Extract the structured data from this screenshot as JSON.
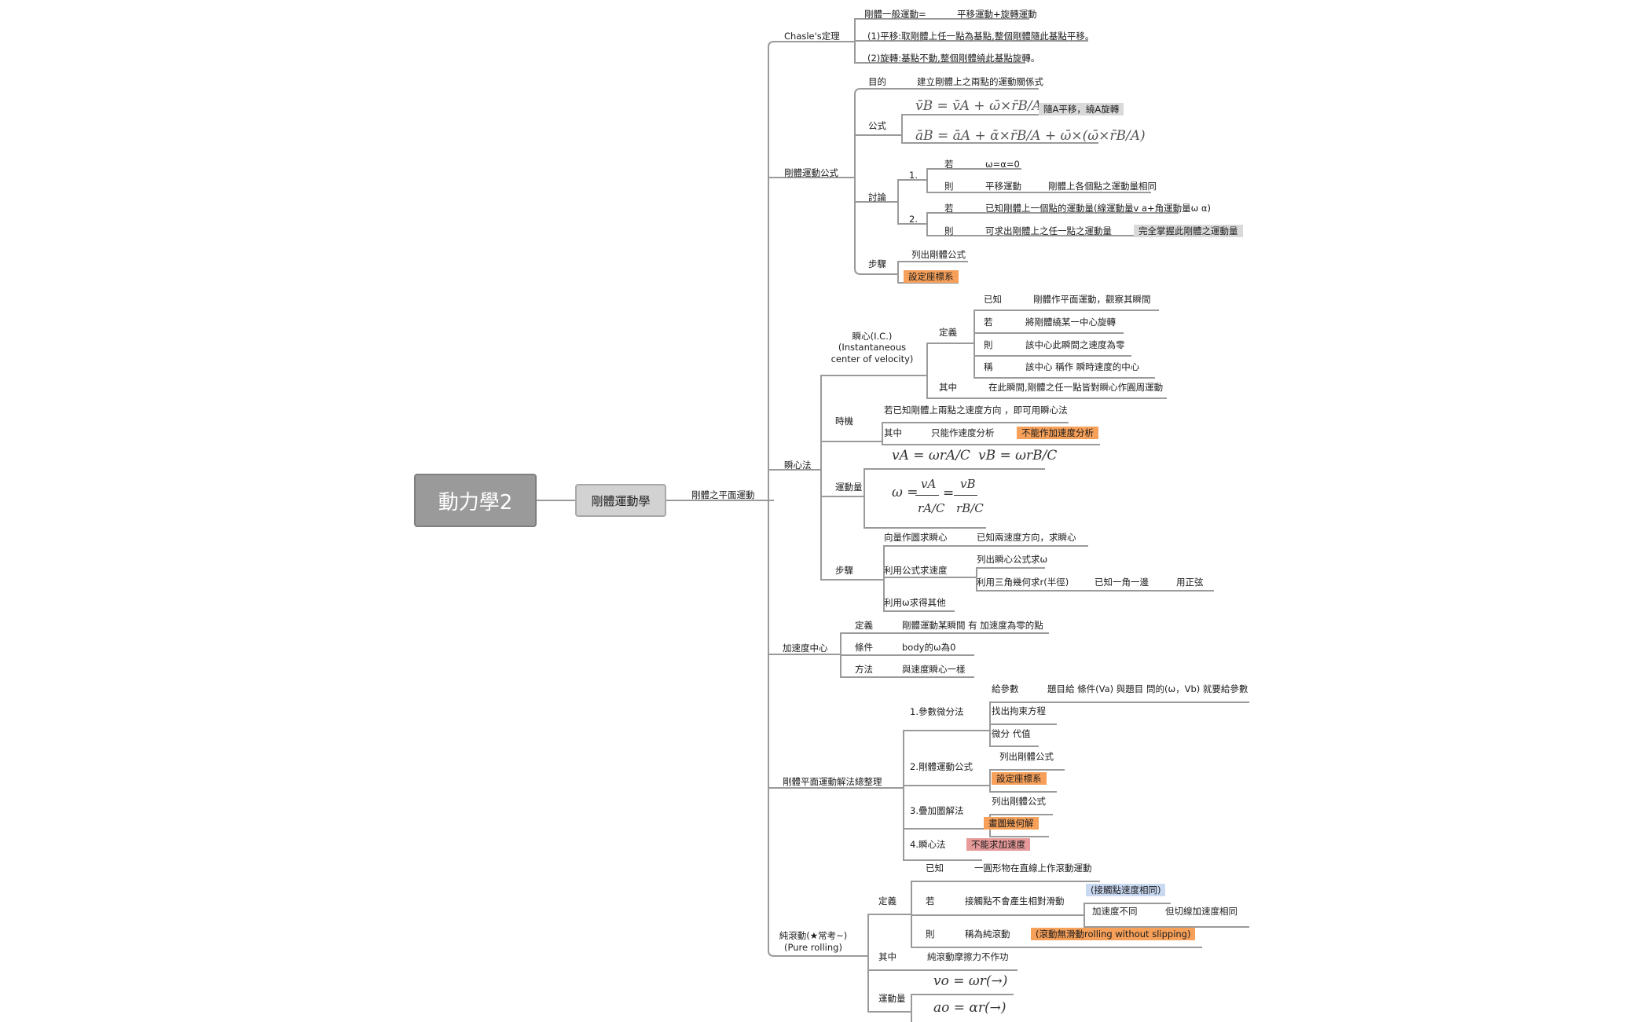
{
  "root": "動力學2",
  "main": "剛體運動學",
  "l1": "剛體之平面運動",
  "chasles": {
    "label": "Chasle's定理",
    "r1a": "剛體一般運動=",
    "r1b": "平移運動+旋轉運動",
    "r2": "(1)平移:取剛體上任一點為基點,整個剛體隨此基點平移。",
    "r3": "(2)旋轉:基點不動,整個剛體繞此基點旋轉。"
  },
  "formula": {
    "label": "剛體運動公式",
    "purpose_label": "目的",
    "purpose": "建立剛體上之兩點的運動關係式",
    "formula_label": "公式",
    "eq_v": "v̄B = v̄A + ω̄×r̄B/A",
    "eq_v_note": "隨A平移，繞A旋轉",
    "eq_a": "āB = āA + ᾱ×r̄B/A + ω̄×(ω̄×r̄B/A)",
    "disc_label": "討論",
    "d1": "1.",
    "d1_if": "若",
    "d1_if_val": "ω=α=0",
    "d1_then": "則",
    "d1_then_a": "平移運動",
    "d1_then_b": "剛體上各個點之運動量相同",
    "d2": "2.",
    "d2_if": "若",
    "d2_if_val": "已知剛體上一個點的運動量(線運動量v a+角運動量ω α)",
    "d2_then": "則",
    "d2_then_a": "可求出剛體上之任一點之運動量",
    "d2_then_b": "完全掌握此剛體之運動量",
    "steps_label": "步驟",
    "s1": "列出剛體公式",
    "s2": "設定座標系"
  },
  "ic": {
    "label": "瞬心法",
    "node_l1": "瞬心(I.C.)",
    "node_l2": "(Instantaneous",
    "node_l3": "center of velocity)",
    "def_label": "定義",
    "k1": "已知",
    "v1": "剛體作平面運動，觀察其瞬間",
    "k2": "若",
    "v2": "將剛體繞某一中心旋轉",
    "k3": "則",
    "v3": "該中心此瞬間之速度為零",
    "k4": "稱",
    "v4": "該中心 稱作 瞬時速度的中心",
    "among_label": "其中",
    "among": "在此瞬間,剛體之任一點皆對瞬心作圓周運動",
    "timing_label": "時機",
    "timing": "若已知剛體上兩點之速度方向 ，即可用瞬心法",
    "t_among": "其中",
    "t_among_val": "只能作速度分析",
    "t_among_hl": "不能作加速度分析",
    "kin_label": "運動量",
    "eq1": "vA = ωrA/C",
    "eq2": "vB = ωrB/C",
    "eq3_omega": "ω =",
    "eq3_num1": "vA",
    "eq3_den1": "rA/C",
    "eq3_eq": "=",
    "eq3_num2": "vB",
    "eq3_den2": "rB/C",
    "steps_label": "步驟",
    "st1": "向量作圖求瞬心",
    "st1_val": "已知兩速度方向，求瞬心",
    "st2": "利用公式求速度",
    "st2_a": "列出瞬心公式求ω",
    "st2_b": "利用三角幾何求r(半徑)",
    "st2_c": "已知一角一邊",
    "st2_d": "用正弦",
    "st3": "利用ω求得其他"
  },
  "acc": {
    "label": "加速度中心",
    "k1": "定義",
    "v1": "剛體運動某瞬間 有 加速度為零的點",
    "k2": "條件",
    "v2": "body的ω為0",
    "k3": "方法",
    "v3": "與速度瞬心一樣"
  },
  "method": {
    "label": "剛體平面運動解法總整理",
    "m1": "1.參數微分法",
    "m1a": "給參數",
    "m1a_val": "題目給 條件(Va) 與題目 問的(ω，Vb) 就要給參數",
    "m1b": "找出拘束方程",
    "m1c": "微分 代值",
    "m2": "2.剛體運動公式",
    "m2a": "列出剛體公式",
    "m2b": "設定座標系",
    "m3": "3.疊加圖解法",
    "m3a": "列出剛體公式",
    "m3b": "畫圖幾何解",
    "m4": "4.瞬心法",
    "m4a": "不能求加速度"
  },
  "rolling": {
    "label1": "純滾動(★常考~)",
    "label2": "(Pure rolling)",
    "def_label": "定義",
    "k1": "已知",
    "v1": "一圓形物在直線上作滾動運動",
    "k2": "若",
    "v2": "接觸點不會產生相對滑動",
    "v2_a": "(接觸點速度相同)",
    "v2_b": "加速度不同",
    "v2_c": "但切線加速度相同",
    "k3": "則",
    "v3": "稱為純滾動",
    "v3_hl": "(滾動無滑動rolling without slipping)",
    "among_label": "其中",
    "among": "純滾動摩擦力不作功",
    "kin_label": "運動量",
    "eq1": "vo = ωr(→)",
    "eq2": "ao = αr(→)"
  }
}
